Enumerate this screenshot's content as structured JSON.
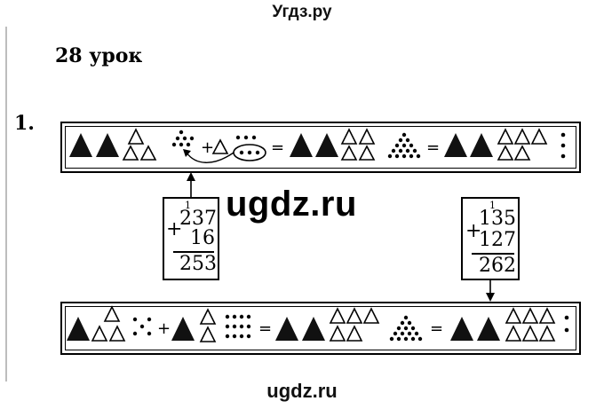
{
  "site": {
    "top_label": "Угдз.ру",
    "bottom_label": "ugdz.ru",
    "watermark": "ugdz.ru"
  },
  "lesson": {
    "title": "28 урок",
    "task_number": "1."
  },
  "boxes": {
    "left": {
      "carry": "1",
      "addend1": "237",
      "operator": "+",
      "addend2": "16",
      "sum": "253"
    },
    "right": {
      "carry": "1",
      "addend1": "135",
      "operator": "+",
      "addend2": "127",
      "sum": "262"
    }
  },
  "strip_symbols": {
    "plus": "+",
    "equals": "="
  }
}
